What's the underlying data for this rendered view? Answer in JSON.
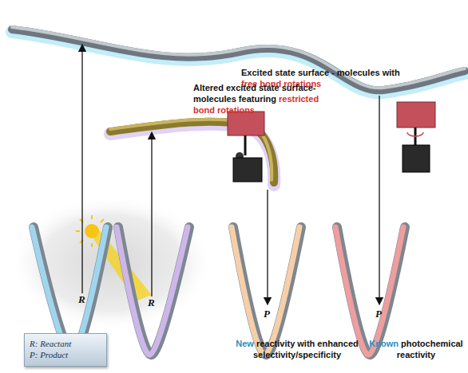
{
  "diagram": {
    "nodes": [
      {
        "text": [
          "R: Reactant",
          "P: Product"
        ]
      }
    ],
    "labels": [
      "Excited state surface - molecules with",
      "free bond rotations",
      "Altered excited state surface- molecules featuring",
      "restricted bond rotations",
      "R",
      "R",
      "P",
      "P",
      "New",
      "reactivity with enhanced selectivity/specificity",
      "Known",
      "photochemical reactivity"
    ]
  }
}
